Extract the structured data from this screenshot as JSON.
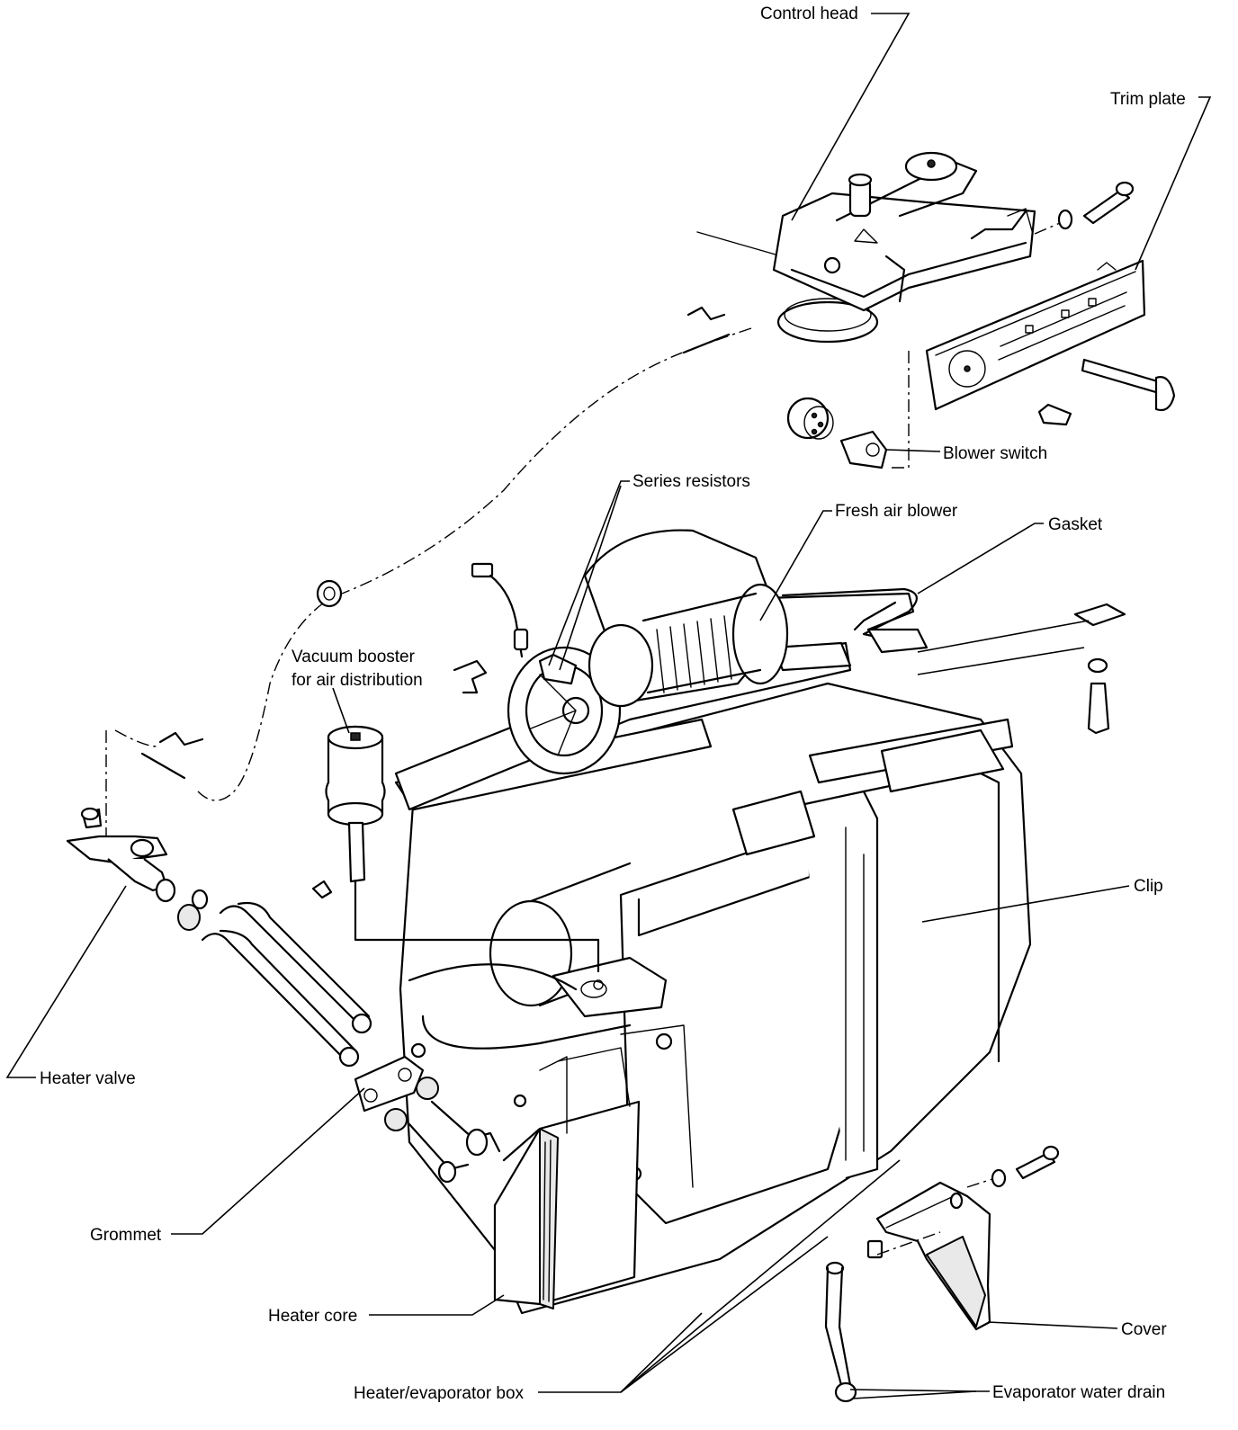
{
  "labels": {
    "control_head": "Control head",
    "trim_plate": "Trim plate",
    "blower_switch": "Blower switch",
    "series_resistors": "Series resistors",
    "fresh_air_blower": "Fresh air blower",
    "gasket": "Gasket",
    "vacuum_booster_line1": "Vacuum booster",
    "vacuum_booster_line2": "for air distribution",
    "clip": "Clip",
    "heater_valve": "Heater valve",
    "grommet": "Grommet",
    "heater_core": "Heater core",
    "cover": "Cover",
    "heater_evaporator_box": "Heater/evaporator box",
    "evaporator_water_drain": "Evaporator water drain"
  }
}
